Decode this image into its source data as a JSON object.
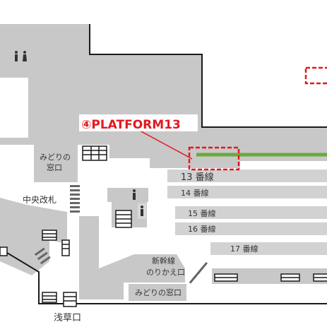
{
  "callout": {
    "label": "④PLATFORM13"
  },
  "platforms": {
    "p13": "13 番線",
    "p14": "14 番線",
    "p15": "15 番線",
    "p16": "16 番線",
    "p17": "17 番線"
  },
  "labels": {
    "midori_upper": "みどりの",
    "midori_upper_2": "窓口",
    "central_gate": "中央改札",
    "shinkansen_line1": "新幹線",
    "shinkansen_line2": "のりかえ口",
    "midori_lower": "みどりの窓口",
    "asakusa_exit": "浅草口"
  },
  "icons": {
    "restroom": "restroom-icon",
    "stairs": "stairs-icon",
    "escalator": "escalator-icon"
  },
  "colors": {
    "building": "#c8c8c8",
    "platform": "#d2d2d2",
    "outline": "#1a1a1a",
    "highlight": "#e5171f",
    "track": "#6aab3c",
    "text": "#333333"
  }
}
